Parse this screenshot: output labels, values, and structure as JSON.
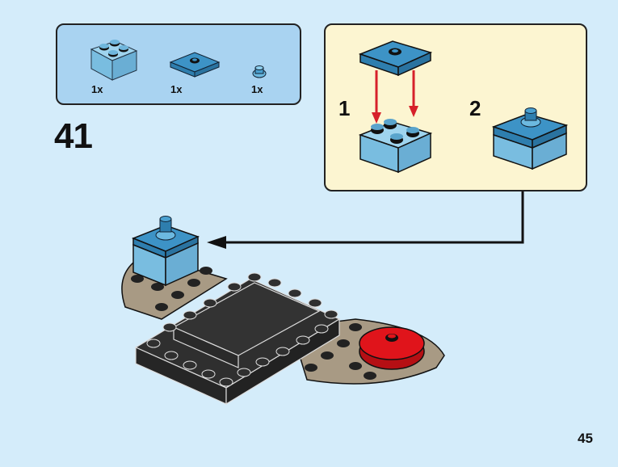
{
  "page": {
    "page_number": "45",
    "step_number": "41"
  },
  "parts_list": {
    "items": [
      {
        "name": "brick-2x2-medium-azure",
        "quantity": "1x",
        "color": "#7fc4e4"
      },
      {
        "name": "plate-2x2-one-stud-dark-azure",
        "quantity": "1x",
        "color": "#3d93c6"
      },
      {
        "name": "round-plate-1x1-trans-light-blue",
        "quantity": "1x",
        "color": "#5aaedb"
      }
    ]
  },
  "sub_assembly": {
    "steps": [
      {
        "number": "1"
      },
      {
        "number": "2"
      }
    ]
  },
  "colors": {
    "background": "#d4ecfa",
    "parts_box": "#a9d3f1",
    "sub_box": "#fcf5d1",
    "arrow_red": "#d6202a",
    "base_tan": "#a89a84",
    "dark_plate": "#2f2f2f",
    "red_tile": "#e0141b"
  }
}
